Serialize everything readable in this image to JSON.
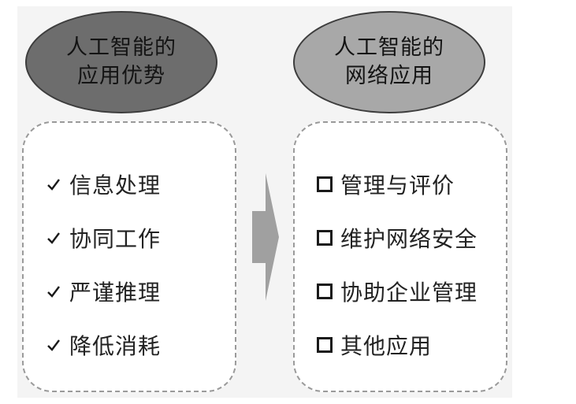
{
  "left": {
    "title_line1": "人工智能的",
    "title_line2": "应用优势",
    "items": [
      "信息处理",
      "协同工作",
      "严谨推理",
      "降低消耗"
    ]
  },
  "right": {
    "title_line1": "人工智能的",
    "title_line2": "网络应用",
    "items": [
      "管理与评价",
      "维护网络安全",
      "协助企业管理",
      "其他应用"
    ]
  },
  "colors": {
    "left_ellipse": "#6d6d6d",
    "right_ellipse": "#a8a8a8",
    "arrow": "#a0a0a0",
    "dashed_border": "#9a9a9a"
  },
  "icons": {
    "left_item_marker": "check-icon",
    "right_item_marker": "square-icon",
    "connector": "arrow-right-icon"
  }
}
